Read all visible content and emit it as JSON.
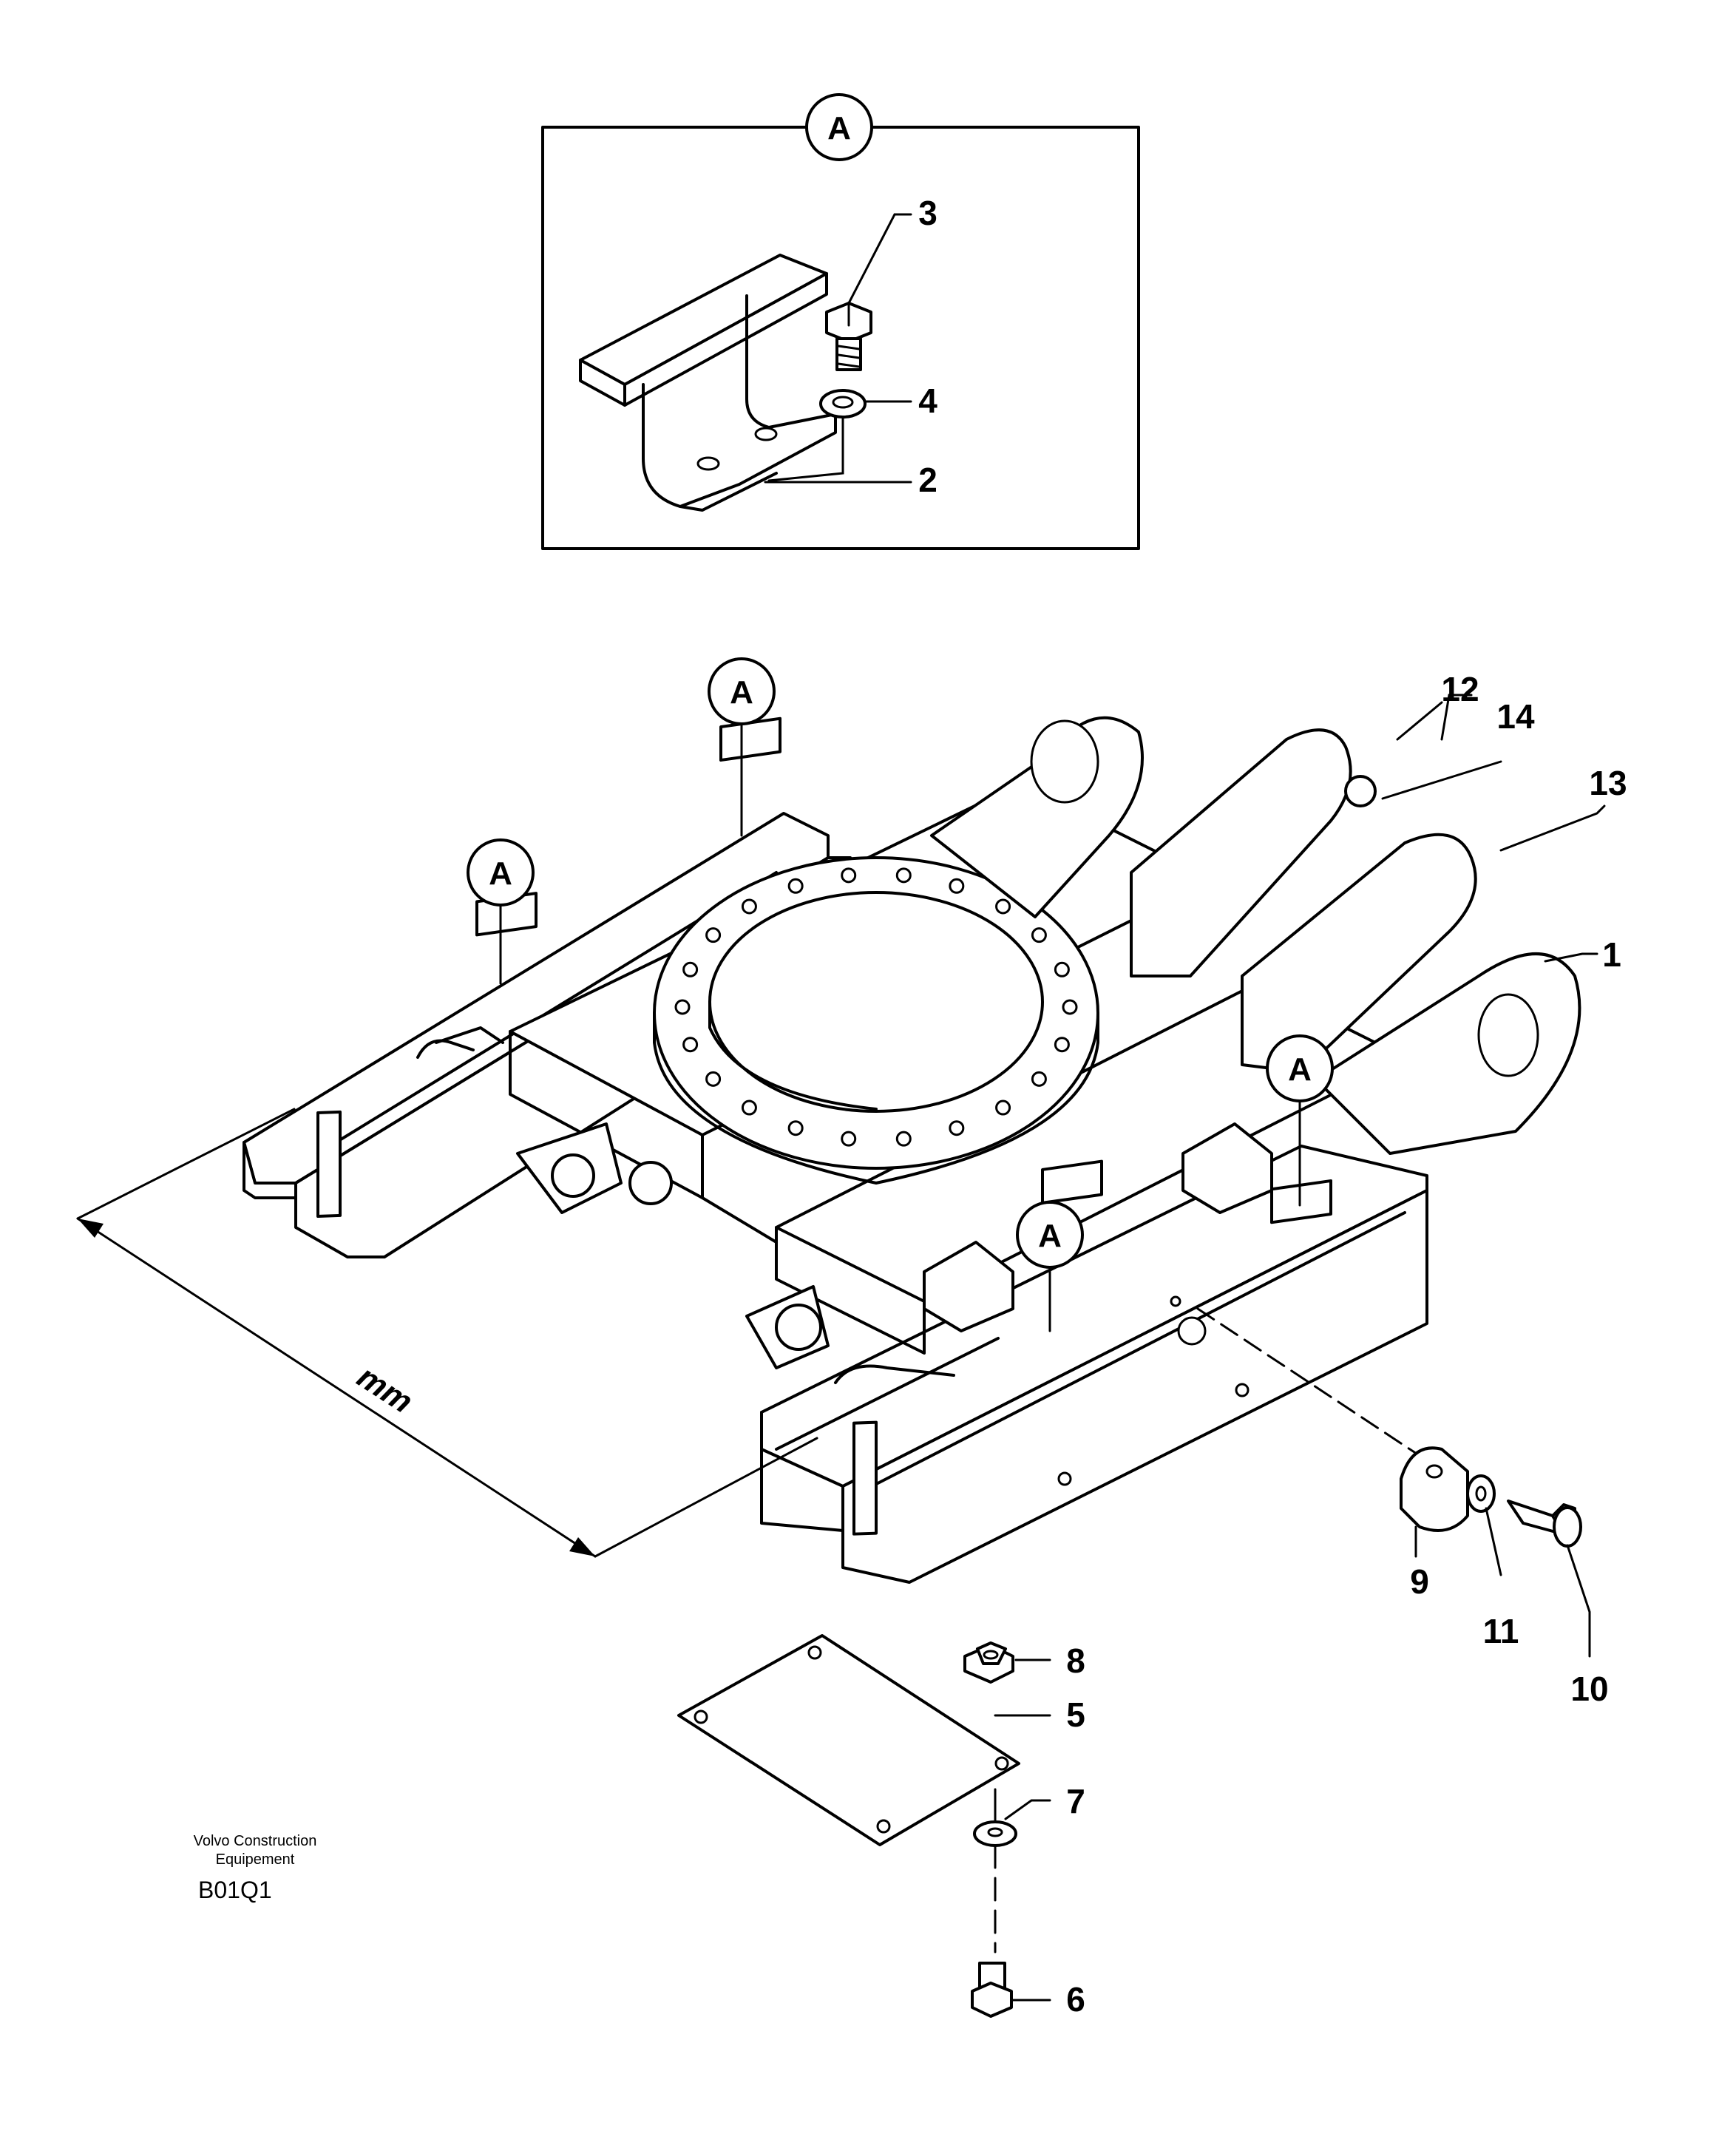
{
  "detail_badge": "A",
  "callouts": {
    "c1": "1",
    "c2": "2",
    "c3": "3",
    "c4": "4",
    "c5": "5",
    "c6": "6",
    "c7": "7",
    "c8": "8",
    "c9": "9",
    "c10": "10",
    "c11": "11",
    "c12": "12",
    "c13": "13",
    "c14": "14"
  },
  "dimension_label": "mm",
  "maker_line1": "Volvo Construction",
  "maker_line2": "Equipement",
  "drawing_code": "B01Q1"
}
